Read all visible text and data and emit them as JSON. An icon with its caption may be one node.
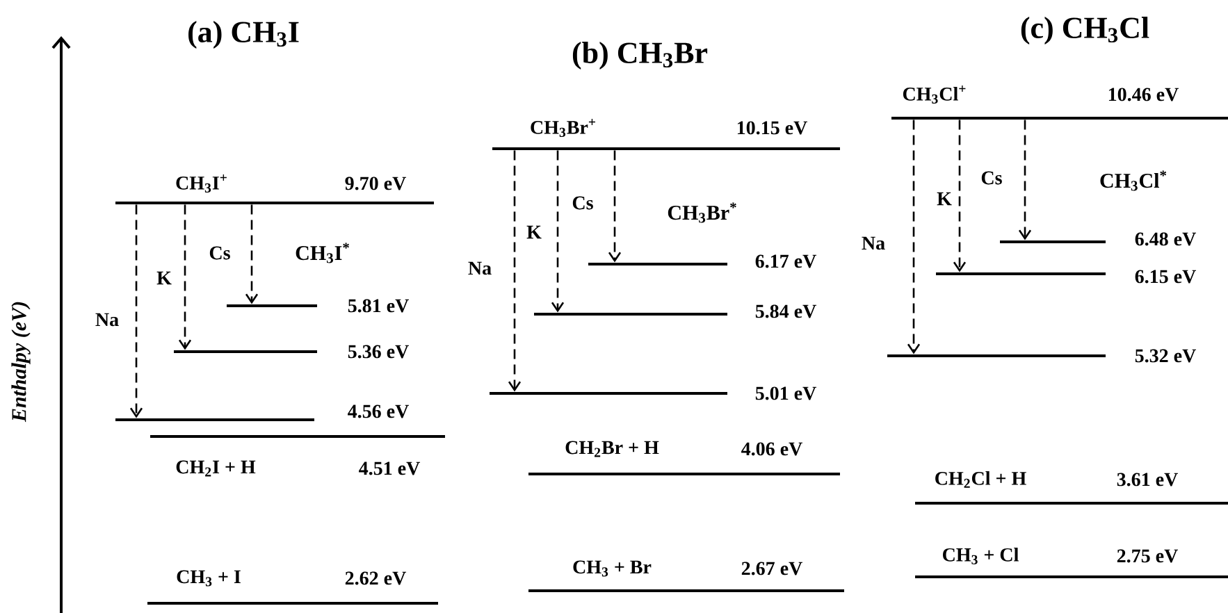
{
  "diagram": {
    "nodes": [
      {
        "text": [
          "CH$_{3}$I$^{+}$",
          "9.70 eV"
        ]
      },
      {
        "text": [
          "5.81 eV"
        ]
      },
      {
        "text": [
          "5.36 eV"
        ]
      },
      {
        "text": [
          "4.56 eV"
        ]
      },
      {
        "text": [
          "CH$_{2}$I + H",
          "4.51 eV"
        ]
      },
      {
        "text": [
          "CH$_{3}$ + I",
          "2.62 eV"
        ]
      },
      {
        "text": [
          "CH$_{3}$Br$^{+}$",
          "10.15 eV"
        ]
      },
      {
        "text": [
          "6.17 eV"
        ]
      },
      {
        "text": [
          "5.84 eV"
        ]
      },
      {
        "text": [
          "5.01 eV"
        ]
      },
      {
        "text": [
          "CH$_{2}$Br + H",
          "4.06 eV"
        ]
      },
      {
        "text": [
          "CH$_{3}$ + Br",
          "2.67 eV"
        ]
      },
      {
        "text": [
          "CH$_{3}$Cl$^{+}$",
          "10.46 eV"
        ]
      },
      {
        "text": [
          "6.48 eV"
        ]
      },
      {
        "text": [
          "6.15 eV"
        ]
      },
      {
        "text": [
          "5.32 eV"
        ]
      },
      {
        "text": [
          "CH$_{2}$Cl + H",
          "3.61 eV"
        ]
      },
      {
        "text": [
          "CH$_{3}$ + Cl",
          "2.75 eV"
        ]
      }
    ],
    "edges": [
      {
        "from": 0,
        "to": 3,
        "arrow": "to",
        "style": "dashed",
        "label": "Na"
      },
      {
        "from": 0,
        "to": 2,
        "arrow": "to",
        "style": "dashed",
        "label": "K"
      },
      {
        "from": 0,
        "to": 1,
        "arrow": "to",
        "style": "dashed",
        "label": "Cs"
      },
      {
        "from": 6,
        "to": 9,
        "arrow": "to",
        "style": "dashed",
        "label": "Na"
      },
      {
        "from": 6,
        "to": 8,
        "arrow": "to",
        "style": "dashed",
        "label": "K"
      },
      {
        "from": 6,
        "to": 7,
        "arrow": "to",
        "style": "dashed",
        "label": "Cs"
      },
      {
        "from": 12,
        "to": 15,
        "arrow": "to",
        "style": "dashed",
        "label": "Na"
      },
      {
        "from": 12,
        "to": 14,
        "arrow": "to",
        "style": "dashed",
        "label": "K"
      },
      {
        "from": 12,
        "to": 13,
        "arrow": "to",
        "style": "dashed",
        "label": "Cs"
      }
    ],
    "labels": [
      "(a) CH$_{3}$I",
      "(b) CH$_{3}$Br",
      "(c) CH$_{3}$Cl",
      "Enthalpy (eV)",
      "CH$_{3}$I$^{*}$",
      "CH$_{3}$Br$^{*}$",
      "CH$_{3}$Cl$^{*}$"
    ]
  }
}
